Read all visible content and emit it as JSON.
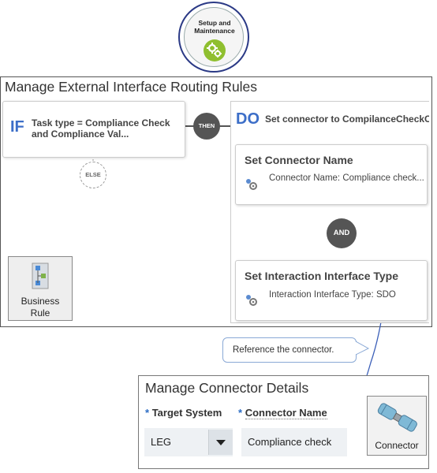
{
  "top_badge": {
    "title_line1": "Setup and",
    "title_line2": "Maintenance",
    "icon": "gears-icon"
  },
  "rules_panel": {
    "title": "Manage External Interface Routing Rules",
    "if_block": {
      "keyword": "IF",
      "condition_line1": "Task type = Compliance Check",
      "condition_line2": "and Compliance Val..."
    },
    "then_label": "THEN",
    "else_label": "ELSE",
    "do_block": {
      "keyword": "DO",
      "text": "Set connector to CompilanceCheckC",
      "actions": [
        {
          "title": "Set Connector Name",
          "detail": "Connector Name: Compliance check..."
        },
        {
          "title": "Set Interaction Interface Type",
          "detail": "Interaction Interface Type: SDO"
        }
      ],
      "and_label": "AND"
    },
    "business_rule_button": {
      "label_line1": "Business",
      "label_line2": "Rule",
      "icon": "business-rule-icon"
    }
  },
  "callout": {
    "text": "Reference  the connector."
  },
  "connector_panel": {
    "title": "Manage Connector Details",
    "target_system_label": "Target System",
    "connector_name_label": "Connector Name",
    "target_system_value": "LEG",
    "connector_name_value": "Compliance check",
    "connector_button": {
      "label": "Connector",
      "icon": "connector-icon"
    }
  },
  "colors": {
    "accent": "#3c6ec8",
    "required": "#2b6cc4",
    "badge_border": "#2b3a86",
    "gear_green": "#8fbf2f"
  }
}
